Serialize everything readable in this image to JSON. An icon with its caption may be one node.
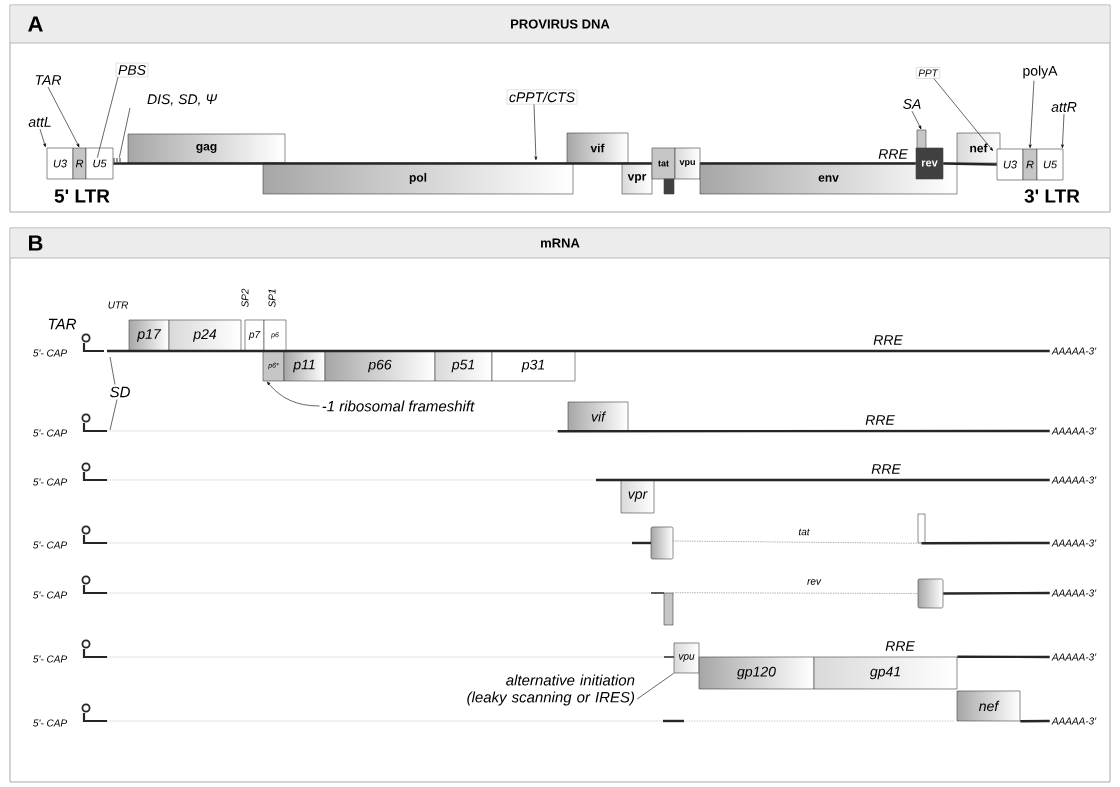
{
  "diagram": {
    "nodes": [
      {
        "text": [
          "A",
          "PROVIRUS DNA"
        ]
      },
      {
        "text": [
          "U3"
        ],
        "in": 0
      },
      {
        "text": [
          "R"
        ],
        "in": 0
      },
      {
        "text": [
          "U5"
        ],
        "in": 0
      },
      {
        "text": [
          "gag"
        ],
        "in": 0
      },
      {
        "text": [
          "pol"
        ],
        "in": 0
      },
      {
        "text": [
          "vif"
        ],
        "in": 0
      },
      {
        "text": [
          "vpr"
        ],
        "in": 0
      },
      {
        "text": [
          "tat"
        ],
        "in": 0
      },
      {
        "text": [],
        "shape": "bar",
        "in": 0
      },
      {
        "text": [
          "vpu"
        ],
        "in": 0
      },
      {
        "text": [
          "env"
        ],
        "in": 0
      },
      {
        "text": [
          "rev"
        ],
        "in": 0
      },
      {
        "text": [],
        "shape": "bar",
        "in": 0
      },
      {
        "text": [
          "nef"
        ],
        "in": 0
      },
      {
        "text": [
          "U3"
        ],
        "in": 0
      },
      {
        "text": [
          "R"
        ],
        "in": 0
      },
      {
        "text": [
          "U5"
        ],
        "in": 0
      },
      {
        "text": [
          "TAR"
        ],
        "in": 0
      },
      {
        "text": [
          "attL"
        ],
        "in": 0
      },
      {
        "text": [
          "PBS"
        ],
        "in": 0
      },
      {
        "text": [
          "DIS, SD, Ψ"
        ],
        "in": 0
      },
      {
        "text": [
          "cPPT/CTS"
        ],
        "in": 0
      },
      {
        "text": [
          "SA"
        ],
        "in": 0
      },
      {
        "text": [
          "PPT"
        ],
        "in": 0
      },
      {
        "text": [
          "polyA"
        ],
        "in": 0
      },
      {
        "text": [
          "attR"
        ],
        "in": 0
      },
      {
        "text": [
          "B",
          "mRNA"
        ]
      },
      {
        "text": [
          "p17"
        ],
        "in": 27
      },
      {
        "text": [
          "p24"
        ],
        "in": 27
      },
      {
        "text": [
          "p7"
        ],
        "in": 27
      },
      {
        "text": [
          "p6"
        ],
        "in": 27
      },
      {
        "text": [
          "p6*"
        ],
        "in": 27
      },
      {
        "text": [
          "p11"
        ],
        "in": 27
      },
      {
        "text": [
          "p66"
        ],
        "in": 27
      },
      {
        "text": [
          "p51"
        ],
        "in": 27
      },
      {
        "text": [
          "p31"
        ],
        "in": 27
      },
      {
        "text": [
          "vif"
        ],
        "in": 27
      },
      {
        "text": [
          "vpr"
        ],
        "in": 27
      },
      {
        "text": [],
        "shape": "box",
        "in": 27
      },
      {
        "text": [],
        "shape": "bar",
        "in": 27
      },
      {
        "text": [],
        "shape": "bar",
        "in": 27
      },
      {
        "text": [],
        "shape": "box",
        "in": 27
      },
      {
        "text": [
          "vpu"
        ],
        "in": 27
      },
      {
        "text": [
          "gp120"
        ],
        "in": 27
      },
      {
        "text": [
          "gp41"
        ],
        "in": 27
      },
      {
        "text": [
          "nef"
        ],
        "in": 27
      },
      {
        "text": [
          "SD"
        ],
        "in": 27
      },
      {
        "text": [
          "-1 ribosomal frameshift"
        ],
        "in": 27
      },
      {
        "text": [
          "alternative initiation (leaky scanning or IRES)"
        ],
        "in": 27
      },
      {
        "text": [
          "AAAAA-3'"
        ],
        "in": 27
      },
      {
        "text": [
          "AAAAA-3'"
        ],
        "in": 27
      },
      {
        "text": [
          "AAAAA-3'"
        ],
        "in": 27
      },
      {
        "text": [
          "AAAAA-3'"
        ],
        "in": 27
      },
      {
        "text": [
          "AAAAA-3'"
        ],
        "in": 27
      },
      {
        "text": [
          "AAAAA-3'"
        ],
        "in": 27
      },
      {
        "text": [
          "AAAAA-3'"
        ],
        "in": 27
      }
    ],
    "edges": [
      {
        "from": 19,
        "to": 1,
        "arrow": "to"
      },
      {
        "from": 18,
        "to": 2,
        "arrow": "to"
      },
      {
        "from": 20,
        "to": 3,
        "arrow": "none"
      },
      {
        "from": 21,
        "to": 3,
        "arrow": "none"
      },
      {
        "from": 22,
        "to": 5,
        "arrow": "to"
      },
      {
        "from": 23,
        "to": 13,
        "arrow": "to"
      },
      {
        "from": 24,
        "to": 14,
        "arrow": "to"
      },
      {
        "from": 25,
        "to": 16,
        "arrow": "to"
      },
      {
        "from": 26,
        "to": 17,
        "arrow": "to"
      },
      {
        "from": 47,
        "to": null,
        "arrow": "none"
      },
      {
        "from": 47,
        "to": null,
        "arrow": "none"
      },
      {
        "from": 48,
        "to": 32,
        "arrow": "to"
      },
      {
        "from": 49,
        "to": 43,
        "arrow": "none"
      },
      {
        "from": 3,
        "to": 8,
        "arrow": "none",
        "style": "thick"
      },
      {
        "from": null,
        "to": 50,
        "arrow": "none",
        "style": "thick"
      },
      {
        "from": 37,
        "to": 51,
        "arrow": "none",
        "style": "thick"
      },
      {
        "from": null,
        "to": 52,
        "arrow": "none",
        "style": "thick"
      },
      {
        "from": 40,
        "to": 53,
        "arrow": "none",
        "style": "thick"
      },
      {
        "from": 42,
        "to": 54,
        "arrow": "none",
        "style": "thick"
      },
      {
        "from": 45,
        "to": 55,
        "arrow": "none",
        "style": "thick"
      },
      {
        "from": 46,
        "to": 56,
        "arrow": "none",
        "style": "thick"
      },
      {
        "from": 39,
        "to": 40,
        "arrow": "none",
        "style": "dashed"
      },
      {
        "from": 41,
        "to": 42,
        "arrow": "none",
        "style": "dashed"
      },
      {
        "from": 10,
        "to": 12,
        "arrow": "none",
        "style": "thick"
      },
      {
        "from": 12,
        "to": 15,
        "arrow": "none",
        "style": "thick"
      }
    ],
    "labels": [
      "5' LTR",
      "RRE",
      "3' LTR",
      "UTR",
      "SP2",
      "SP1",
      "TAR",
      "5'- CAP",
      "RRE",
      "5'- CAP",
      "RRE",
      "5'- CAP",
      "RRE",
      "5'- CAP",
      "tat",
      "5'- CAP",
      "rev",
      "5'- CAP",
      "RRE",
      "5'- CAP"
    ]
  }
}
